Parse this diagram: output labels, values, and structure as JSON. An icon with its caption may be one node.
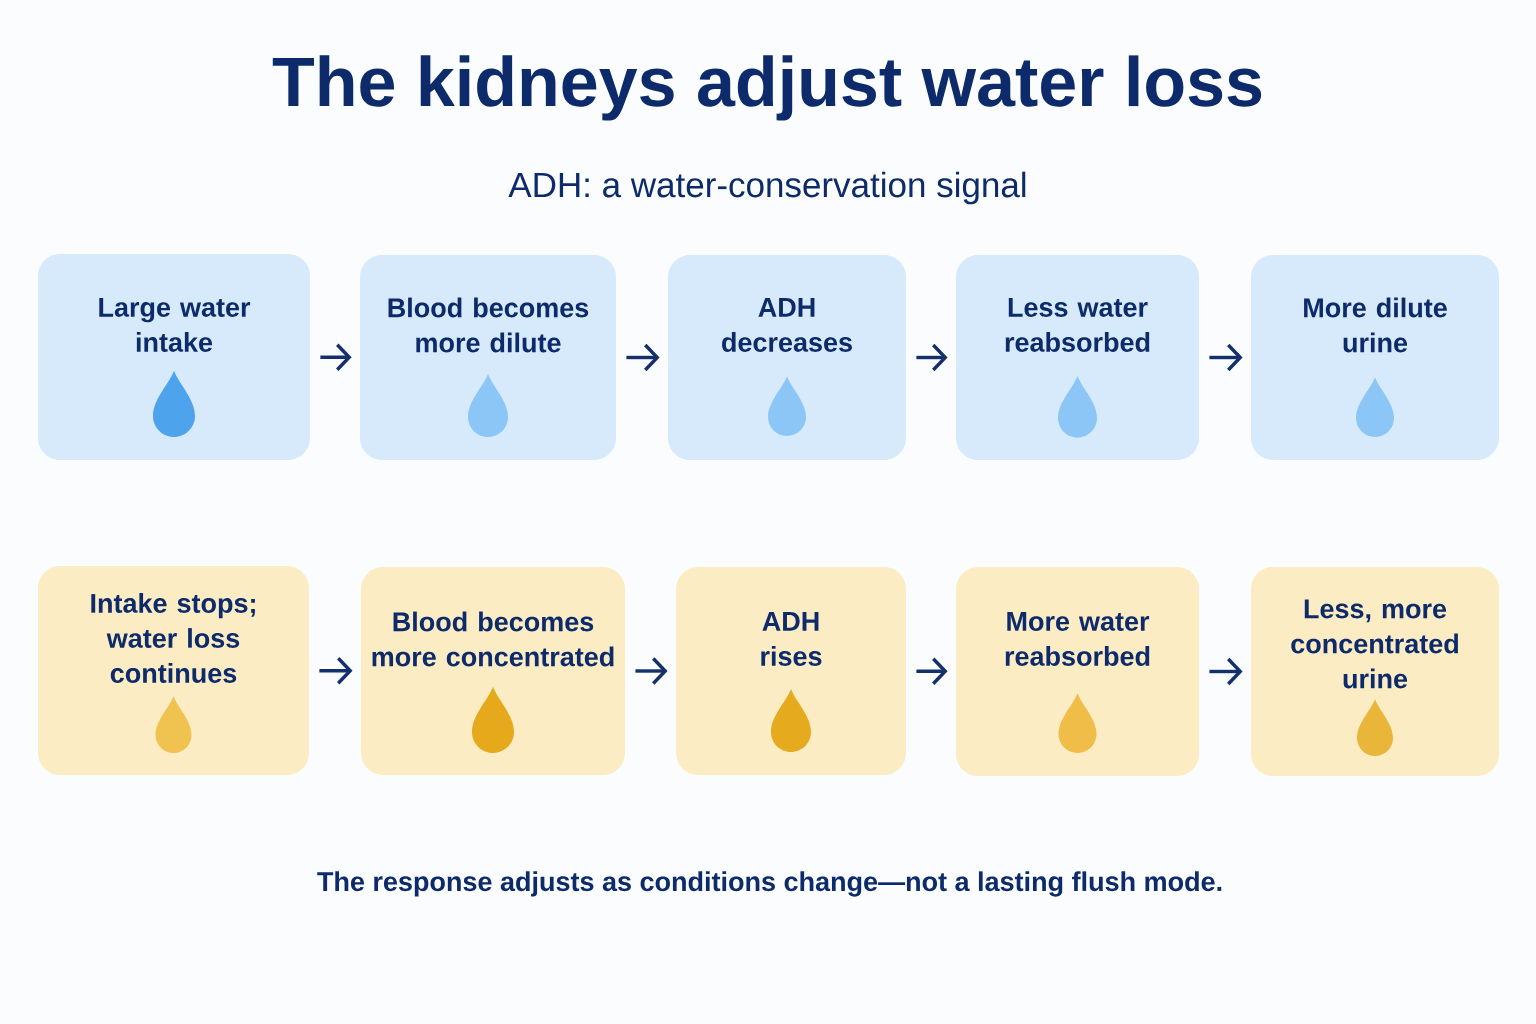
{
  "diagram": {
    "title": "The kidneys adjust water loss",
    "caption": "The response adjusts as conditions change—not a lasting flush mode.",
    "nodes": [
      {
        "text": [
          "Large water intake"
        ]
      },
      {
        "text": [
          "Blood becomes more dilute"
        ]
      },
      {
        "text": [
          "ADH decreases"
        ]
      },
      {
        "text": [
          "Less water reabsorbed"
        ]
      },
      {
        "text": [
          "More dilute urine"
        ]
      },
      {
        "text": [
          "Intake stops; water loss continues"
        ]
      },
      {
        "text": [
          "Blood becomes more concentrated"
        ]
      },
      {
        "text": [
          "ADH rises"
        ]
      },
      {
        "text": [
          "More water reabsorbed"
        ]
      },
      {
        "text": [
          "Less, more concentrated urine"
        ]
      }
    ],
    "edges": [
      {
        "from": 0,
        "to": 1,
        "arrow": "to"
      },
      {
        "from": 1,
        "to": 2,
        "arrow": "to"
      },
      {
        "from": 2,
        "to": 3,
        "arrow": "to"
      },
      {
        "from": 3,
        "to": 4,
        "arrow": "to"
      },
      {
        "from": 5,
        "to": 6,
        "arrow": "to"
      },
      {
        "from": 6,
        "to": 7,
        "arrow": "to"
      },
      {
        "from": 7,
        "to": 8,
        "arrow": "to"
      },
      {
        "from": 8,
        "to": 9,
        "arrow": "to"
      }
    ],
    "labels": [
      "ADH: a water-conservation signal"
    ]
  }
}
